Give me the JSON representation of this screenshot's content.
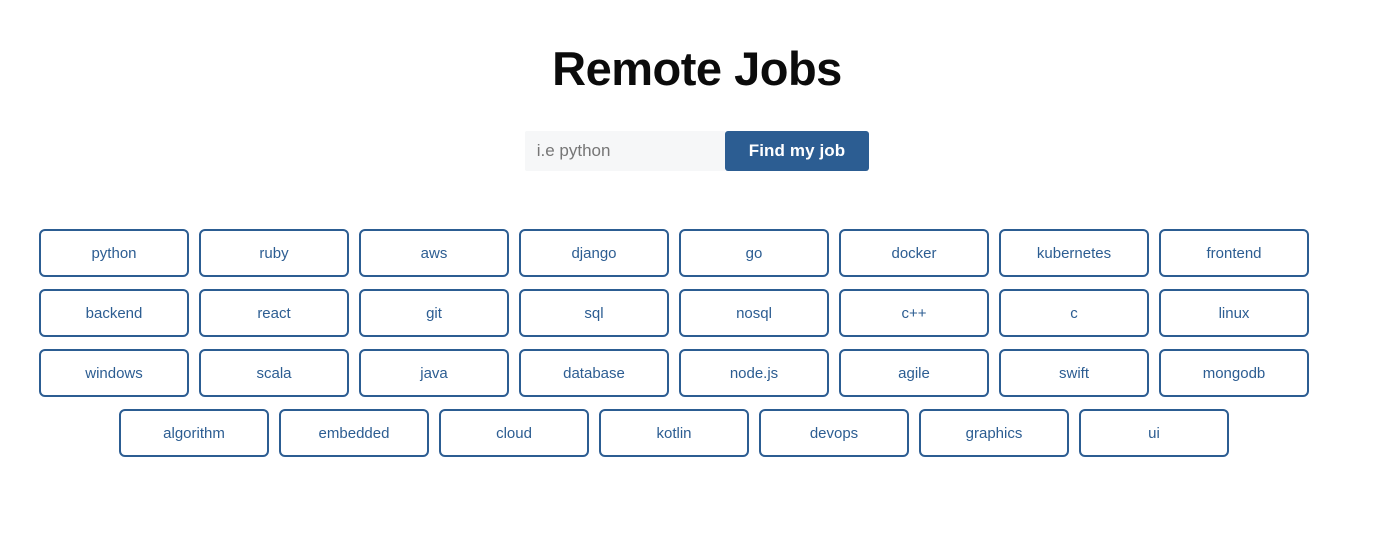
{
  "header": {
    "title": "Remote Jobs"
  },
  "search": {
    "placeholder": "i.e python",
    "value": "",
    "button_label": "Find my job"
  },
  "colors": {
    "accent_blue": "#2c5d92",
    "input_background": "#f6f7f8",
    "placeholder_gray": "#767676",
    "title_black": "#0b0b0b",
    "page_background": "#ffffff"
  },
  "tags": {
    "rows": [
      [
        "python",
        "ruby",
        "aws",
        "django",
        "go",
        "docker",
        "kubernetes",
        "frontend"
      ],
      [
        "backend",
        "react",
        "git",
        "sql",
        "nosql",
        "c++",
        "c",
        "linux"
      ],
      [
        "windows",
        "scala",
        "java",
        "database",
        "node.js",
        "agile",
        "swift",
        "mongodb"
      ],
      [
        "algorithm",
        "embedded",
        "cloud",
        "kotlin",
        "devops",
        "graphics",
        "ui"
      ]
    ]
  }
}
